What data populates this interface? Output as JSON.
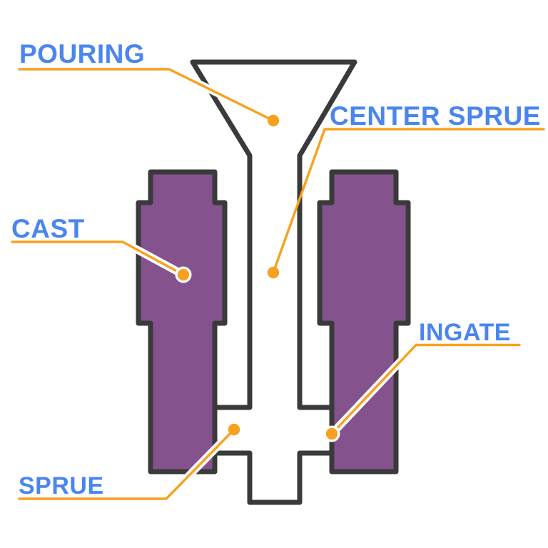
{
  "diagram": {
    "labels": {
      "pouring": {
        "text": "POURING"
      },
      "center_sprue": {
        "text": "CENTER SPRUE"
      },
      "cast": {
        "text": "CAST"
      },
      "ingate": {
        "text": "INGATE"
      },
      "sprue": {
        "text": "SPRUE"
      }
    },
    "colors": {
      "label_text": "#4a86ee",
      "leader": "#f8a11e",
      "cast_fill": "#84538e",
      "outline": "#3a3a3a",
      "background": "#ffffff"
    }
  }
}
